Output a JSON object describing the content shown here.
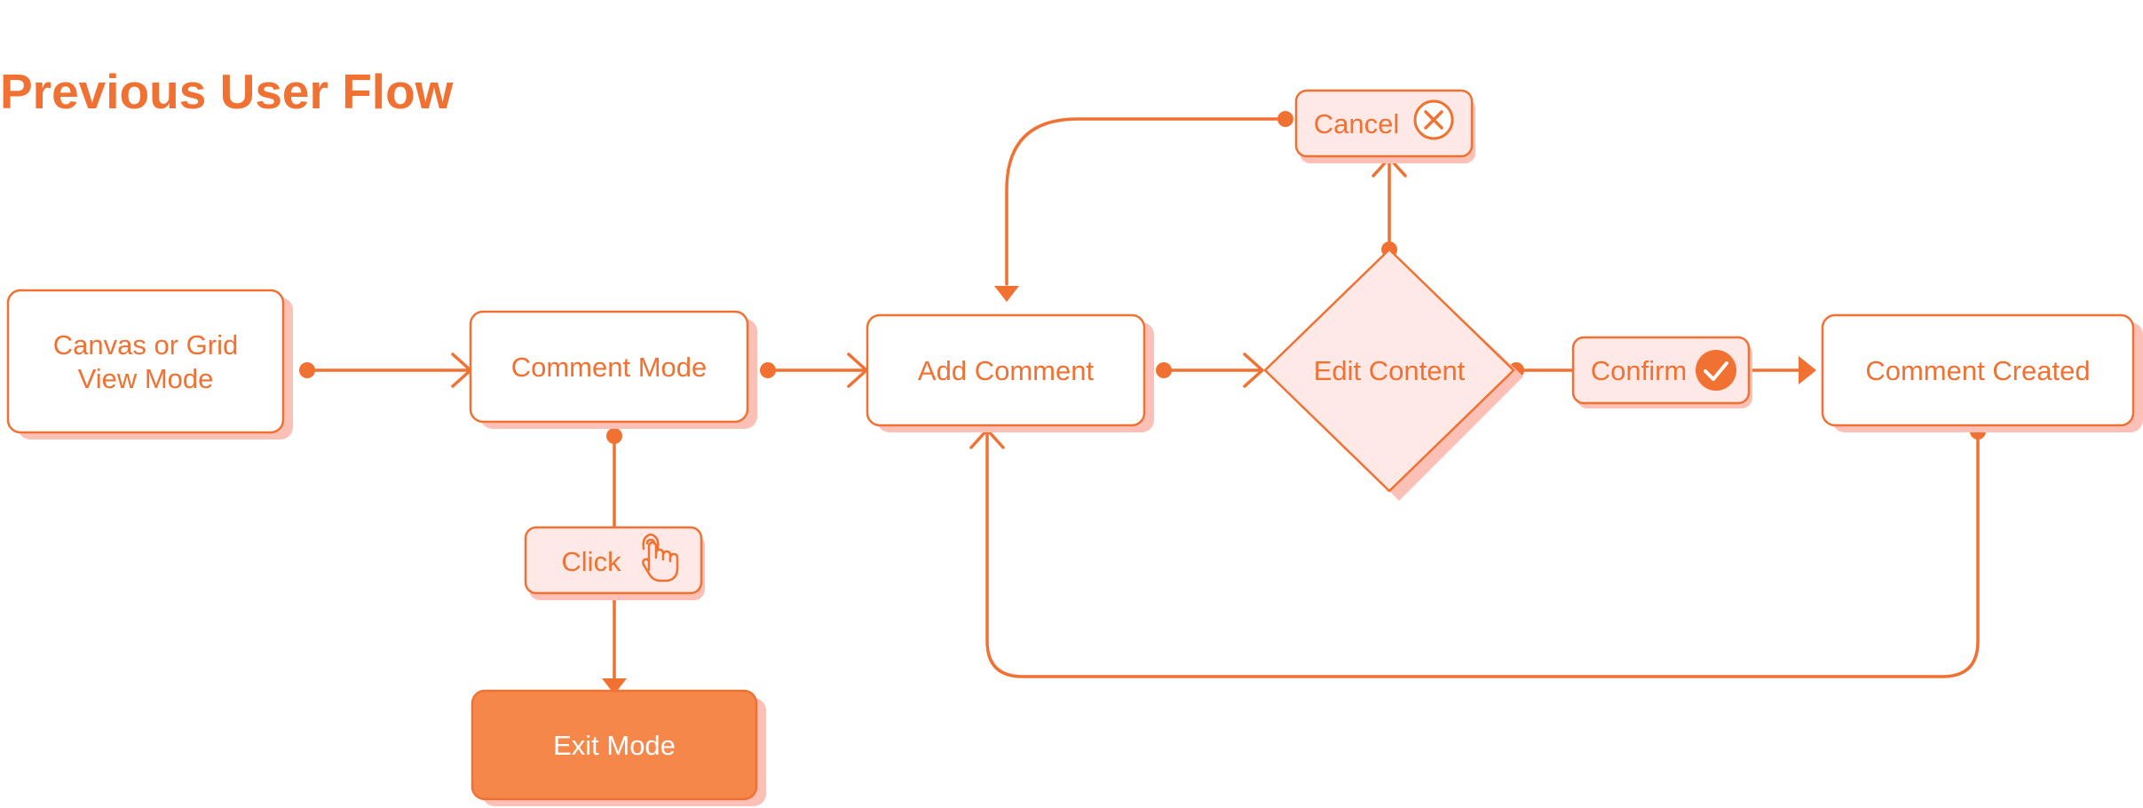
{
  "title": "Previous User Flow",
  "colors": {
    "accent": "#f07132",
    "light_fill": "#ffe9e6",
    "shadow": "#fcc0b7",
    "dark_fill": "#f5874a",
    "white": "#ffffff"
  },
  "nodes": {
    "canvas_mode": {
      "lines": [
        "Canvas or Grid",
        "View Mode"
      ]
    },
    "comment_mode": {
      "label": "Comment Mode"
    },
    "add_comment": {
      "label": "Add Comment"
    },
    "edit_content": {
      "label": "Edit Content"
    },
    "comment_created": {
      "label": "Comment Created"
    },
    "exit_mode": {
      "label": "Exit Mode"
    }
  },
  "actions": {
    "cancel": {
      "label": "Cancel",
      "icon": "close-circle-icon"
    },
    "confirm": {
      "label": "Confirm",
      "icon": "check-circle-icon"
    },
    "click": {
      "label": "Click",
      "icon": "pointer-hand-icon"
    }
  },
  "edges": [
    {
      "from": "Canvas or Grid View Mode",
      "to": "Comment Mode"
    },
    {
      "from": "Comment Mode",
      "to": "Add Comment"
    },
    {
      "from": "Comment Mode",
      "to": "Exit Mode",
      "via": "Click"
    },
    {
      "from": "Add Comment",
      "to": "Edit Content"
    },
    {
      "from": "Edit Content",
      "to": "Add Comment",
      "via": "Cancel"
    },
    {
      "from": "Edit Content",
      "to": "Comment Created",
      "via": "Confirm"
    },
    {
      "from": "Comment Created",
      "to": "Add Comment"
    }
  ]
}
